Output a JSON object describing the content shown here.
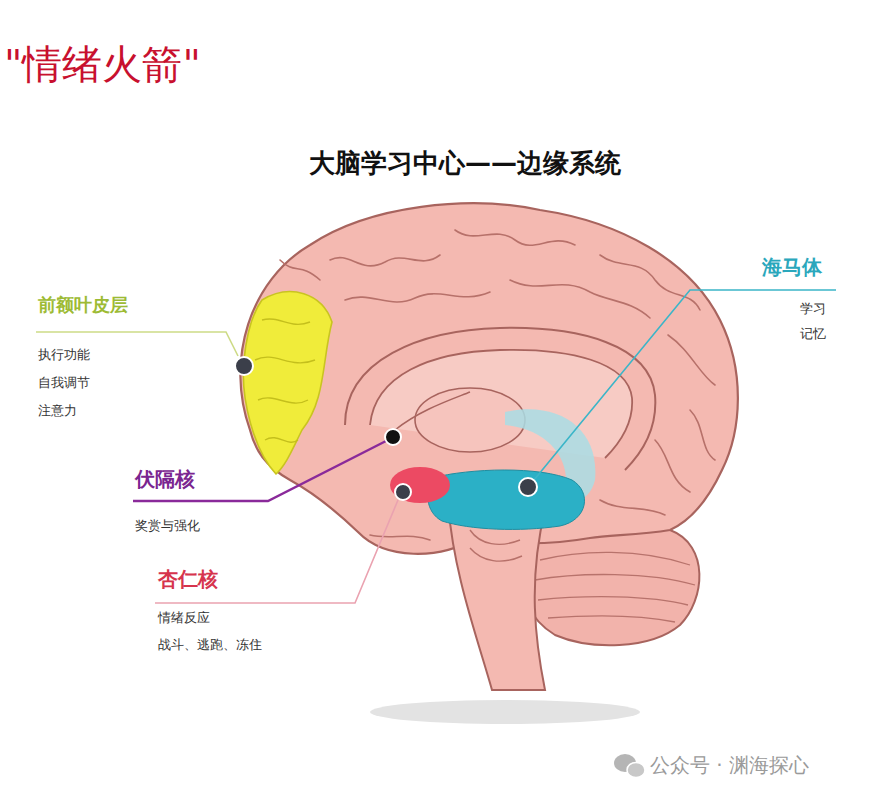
{
  "diagram": {
    "title": "大脑学习中心——边缘系统",
    "labels": [
      "\"情绪火箭\"",
      "前额叶皮层",
      "执行功能",
      "自我调节",
      "注意力",
      "伏隔核",
      "奖赏与强化",
      "杏仁核",
      "情绪反应",
      "战斗、逃跑、冻住",
      "海马体",
      "学习",
      "记忆",
      "公众号 · 渊海探心"
    ]
  }
}
